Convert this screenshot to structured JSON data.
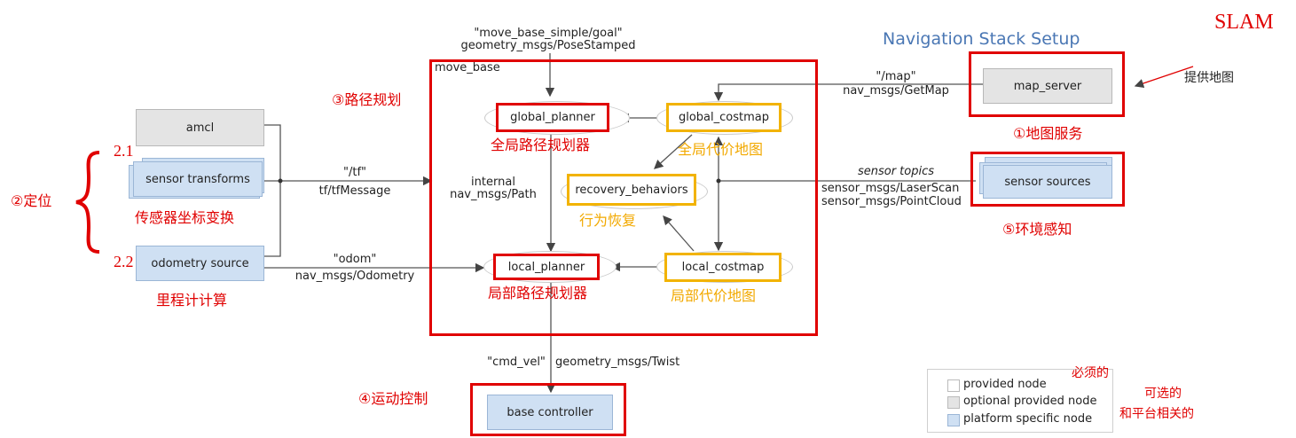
{
  "title": "Navigation Stack Setup",
  "slam": "SLAM",
  "map_provider_note": "提供地图",
  "move_base": {
    "label": "move_base",
    "global_planner": "global_planner",
    "global_costmap": "global_costmap",
    "recovery_behaviors": "recovery_behaviors",
    "local_planner": "local_planner",
    "local_costmap": "local_costmap",
    "internal": "internal",
    "internal_type": "nav_msgs/Path"
  },
  "nodes": {
    "amcl": "amcl",
    "sensor_transforms": "sensor transforms",
    "odometry_source": "odometry source",
    "map_server": "map_server",
    "sensor_sources": "sensor sources",
    "base_controller": "base controller"
  },
  "edges": {
    "goal_topic": "\"move_base_simple/goal\"",
    "goal_type": "geometry_msgs/PoseStamped",
    "map_topic": "\"/map\"",
    "map_type": "nav_msgs/GetMap",
    "sensor_topics": "sensor topics",
    "laser_type": "sensor_msgs/LaserScan",
    "cloud_type": "sensor_msgs/PointCloud",
    "tf_topic": "\"/tf\"",
    "tf_type": "tf/tfMessage",
    "odom_topic": "\"odom\"",
    "odom_type": "nav_msgs/Odometry",
    "cmd_topic": "\"cmd_vel\"",
    "cmd_type": "geometry_msgs/Twist"
  },
  "annotations": {
    "path_planning": "③路径规划",
    "global_planner_cn": "全局路径规划器",
    "global_costmap_cn": "全局代价地图",
    "recovery_cn": "行为恢复",
    "local_planner_cn": "局部路径规划器",
    "local_costmap_cn": "局部代价地图",
    "map_service": "①地图服务",
    "env_sense": "⑤环境感知",
    "localization": "②定位",
    "sub_21": "2.1",
    "sub_22": "2.2",
    "sensor_tf_cn": "传感器坐标变换",
    "odom_cn": "里程计计算",
    "motion_control": "④运动控制"
  },
  "legend": {
    "items": [
      {
        "label": "provided node",
        "note": "必须的"
      },
      {
        "label": "optional provided node",
        "note": "可选的"
      },
      {
        "label": "platform specific node",
        "note": "和平台相关的"
      }
    ]
  },
  "colors": {
    "highlight_red": "#e00000",
    "highlight_yellow": "#f2b300",
    "title_blue": "#4a77b4",
    "platform_blue": "#cfe0f3",
    "optional_gray": "#e4e4e4"
  }
}
